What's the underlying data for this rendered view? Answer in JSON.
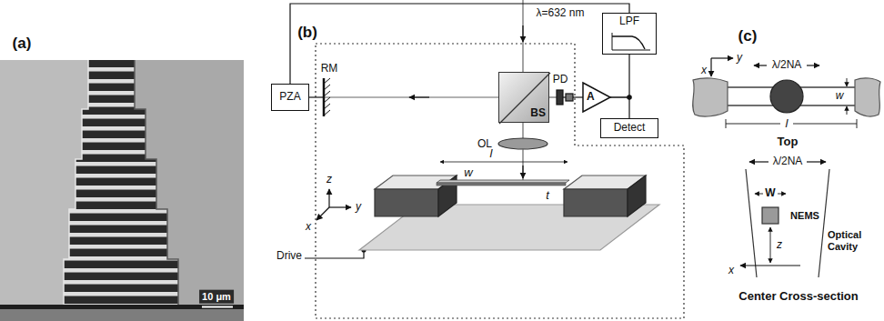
{
  "diagram": {
    "nodes": [
      {
        "text": [
          "PZA"
        ]
      },
      {
        "text": [
          "BS"
        ]
      },
      {
        "text": [
          "A"
        ]
      },
      {
        "text": [
          "LPF"
        ]
      },
      {
        "text": [
          "Detect"
        ]
      }
    ],
    "edges": [
      {
        "from": 2,
        "to": 3,
        "arrow": "none"
      },
      {
        "from": 2,
        "to": 4,
        "arrow": "none"
      },
      {
        "from": 3,
        "to": 0,
        "arrow": "none"
      }
    ],
    "labels": [
      "(a)",
      "10 μm",
      "(b)",
      "λ=632 nm",
      "RM",
      "PD",
      "OL",
      "z",
      "y",
      "x",
      "w",
      "l",
      "t",
      "Drive",
      "(c)",
      "x",
      "y",
      "λ/2NA",
      "w",
      "l",
      "Top",
      "λ/2NA",
      "W",
      "NEMS",
      "Optical Cavity",
      "z",
      "x",
      "Center Cross-section"
    ]
  }
}
